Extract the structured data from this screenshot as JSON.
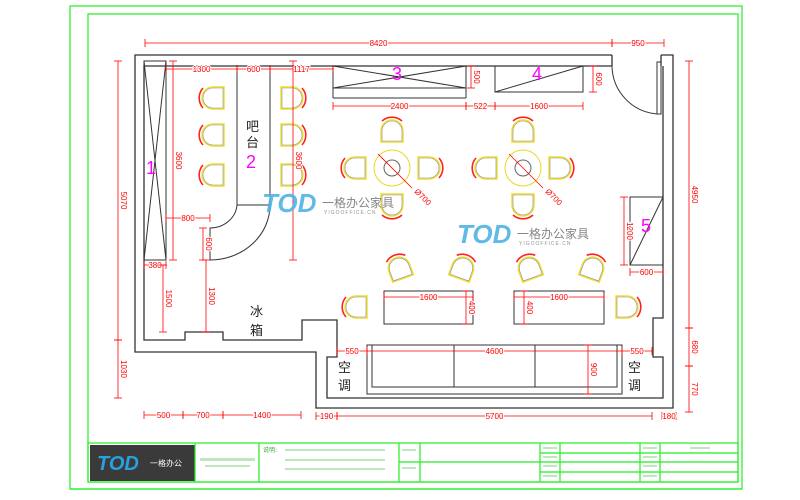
{
  "labels": {
    "cabinet_1": "1",
    "bar_counter_num": "2",
    "bar_counter_line1": "吧",
    "bar_counter_line2": "台",
    "cabinet_3": "3",
    "cabinet_4": "4",
    "cabinet_5": "5",
    "fridge_line1": "冰",
    "fridge_line2": "箱",
    "ac_left_line1": "空",
    "ac_left_line2": "调",
    "ac_right_line1": "空",
    "ac_right_line2": "调"
  },
  "dimensions": {
    "top_total": "8420",
    "top_door": "950",
    "bar_gap": "1300",
    "bar_width": "600",
    "bar_to_cab": "1117",
    "cab3_width": "2400",
    "cab3_depth": "500",
    "cab_gap": "522",
    "cab4_width": "1600",
    "cab4_depth": "600",
    "left_total": "5070",
    "left_lower": "1030",
    "bar_len_left": "3600",
    "bar_len_right": "3600",
    "bar_foot": "800",
    "bar_foot_depth": "600",
    "cab1_depth": "380",
    "left_1500": "1500",
    "left_1300": "1300",
    "bottom_500": "500",
    "bottom_700": "700",
    "bottom_1400": "1400",
    "bottom_190": "190",
    "bottom_5700": "5700",
    "bottom_180": "180",
    "right_total": "4950",
    "right_680": "680",
    "right_770": "770",
    "cab5_len": "1200",
    "cab5_depth": "600",
    "table1_width": "1600",
    "table1_depth": "400",
    "table2_width": "1600",
    "table2_depth": "400",
    "sofa_width": "4600",
    "sofa_depth": "900",
    "ac_left_gap": "550",
    "ac_right_gap": "550",
    "round_table1": "Ø700",
    "round_table2": "Ø700"
  },
  "watermark": {
    "logo": "TOD",
    "name": "一格办公家具",
    "url": "YIGOOFFICE.CN"
  },
  "title_block": {
    "logo": "TOD",
    "brand": "一格办公",
    "notes_label": "说明:"
  },
  "colors": {
    "wall": "#333333",
    "dimension": "#ff0000",
    "chair_outline": "#f0e020",
    "number_label": "#ff00ff",
    "frame": "#22ee22",
    "watermark": "#4fb3e6"
  }
}
